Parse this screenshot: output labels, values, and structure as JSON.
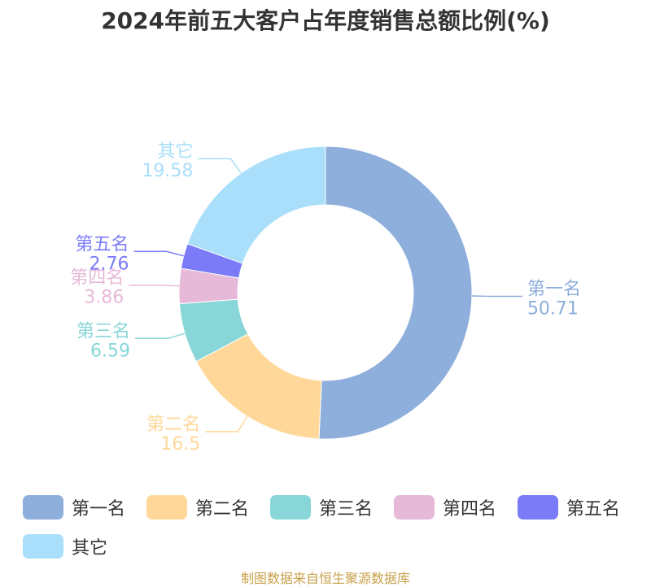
{
  "chart_data": {
    "type": "pie",
    "title": "2024年前五大客户占年度销售总额比例(%)",
    "categories": [
      "第一名",
      "第二名",
      "第三名",
      "第四名",
      "第五名",
      "其它"
    ],
    "values": [
      50.71,
      16.5,
      6.59,
      3.86,
      2.76,
      19.58
    ],
    "value_labels": [
      "50.71",
      "16.5",
      "6.59",
      "3.86",
      "2.76",
      "19.58"
    ],
    "colors": [
      "#8eaedb",
      "#ffd899",
      "#88d6d8",
      "#e6b9d9",
      "#7b7bf7",
      "#a9dffa"
    ],
    "donut": true,
    "legend_position": "bottom"
  },
  "source": "制图数据来自恒生聚源数据库"
}
